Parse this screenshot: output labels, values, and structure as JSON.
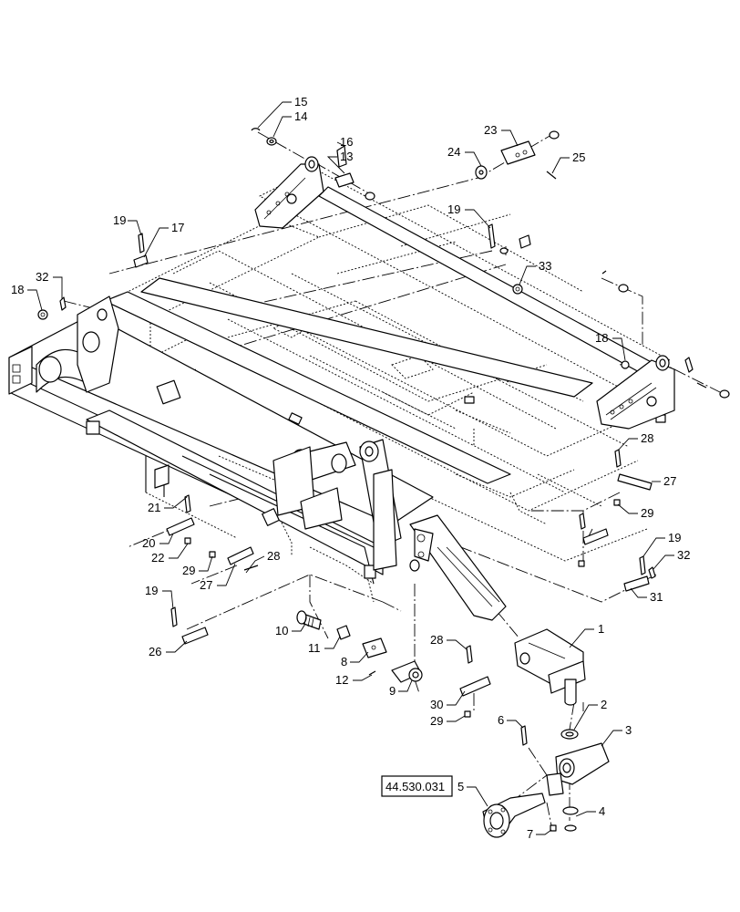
{
  "diagram": {
    "callouts": [
      "15",
      "14",
      "16",
      "13",
      "23",
      "24",
      "25",
      "19",
      "17",
      "32",
      "18",
      "33",
      "19",
      "18",
      "28",
      "27",
      "29",
      "21",
      "20",
      "22",
      "29",
      "27",
      "28",
      "19",
      "32",
      "31",
      "19",
      "26",
      "10",
      "11",
      "8",
      "12",
      "9",
      "28",
      "30",
      "29",
      "1",
      "2",
      "3",
      "6",
      "5",
      "7",
      "4"
    ],
    "reference_box": "44.530.031"
  }
}
